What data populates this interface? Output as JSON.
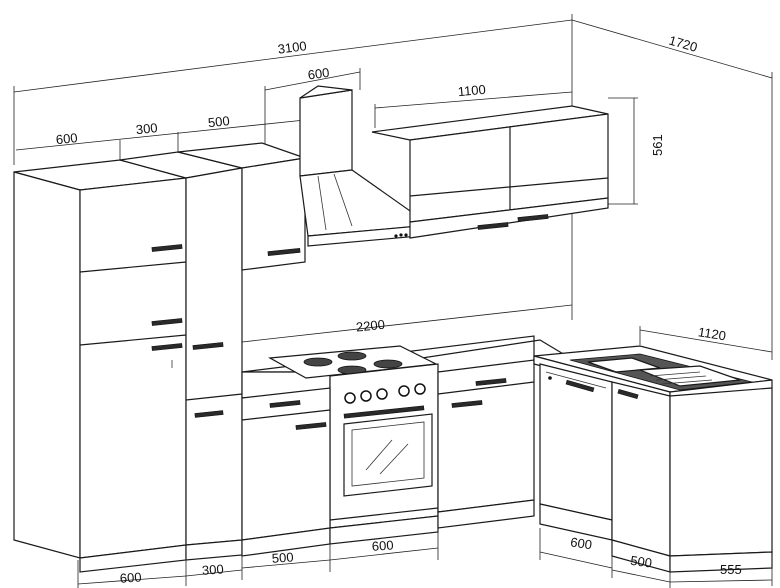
{
  "dimensions": {
    "overall_length": "3100",
    "side_depth": "1720",
    "hood_width": "600",
    "wall_cabinets_width": "1100",
    "wall_cabinets_height": "561",
    "top_tall_left": "600",
    "top_tall_mid": "300",
    "top_wall_left": "500",
    "counter_length": "2200",
    "side_counter": "1120",
    "bottom_600_left": "600",
    "bottom_300": "300",
    "bottom_500": "500",
    "bottom_600_oven": "600",
    "bottom_600_dishwasher": "600",
    "bottom_500_right": "500",
    "bottom_555": "555"
  }
}
